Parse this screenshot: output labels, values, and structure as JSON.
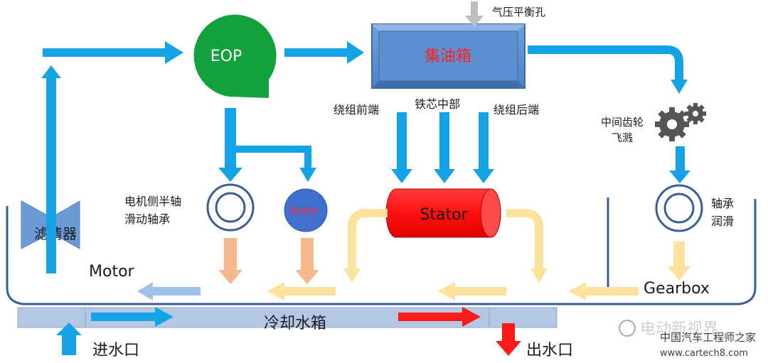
{
  "labels": {
    "eop": "EOP",
    "oil_tank": "集油箱",
    "air_vent": "气压平衡孔",
    "winding_front": "绕组前端",
    "core_middle": "铁芯中部",
    "winding_rear": "绕组后端",
    "gear_splash_line1": "中间齿轮",
    "gear_splash_line2": "飞溅",
    "motor_bearing_line1": "电机侧半轴",
    "motor_bearing_line2": "滑动轴承",
    "rotor": "Rotor",
    "stator": "Stator",
    "bearing_lube_line1": "轴承",
    "bearing_lube_line2": "润滑",
    "filter": "滤清器",
    "motor": "Motor",
    "gearbox": "Gearbox",
    "cooling_tank": "冷却水箱",
    "water_inlet": "进水口",
    "water_outlet": "出水口"
  },
  "watermark": {
    "channel": "电动新视界",
    "site_name": "中国汽车工程师之家",
    "site_url": "www.cartech8.com"
  },
  "colors": {
    "flow_arrow": "#14a3e6",
    "oil_tank_fill": "#5b8fd0",
    "oil_tank_text": "#ff2020",
    "eop_fill": "#12a13c",
    "rotor_fill": "#3f6fcf",
    "rotor_text": "#ff2a2a",
    "stator_fill": "#ff1a1a",
    "return_arrow": "#fbe39e",
    "orange_arrow": "#f6b88a",
    "cooling_tank": "#b4c8e6",
    "hot_arrow": "#ff1a1a",
    "filter_fill": "#6a9bd6",
    "gear": "#555555"
  }
}
